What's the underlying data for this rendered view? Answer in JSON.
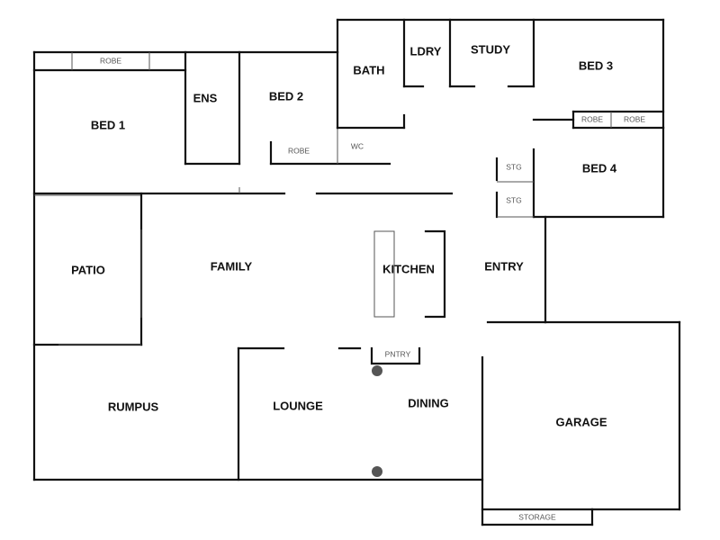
{
  "rooms": {
    "bed1": "BED 1",
    "ens": "ENS",
    "bed2": "BED 2",
    "bath": "BATH",
    "ldry": "LDRY",
    "study": "STUDY",
    "bed3": "BED 3",
    "bed4": "BED 4",
    "patio": "PATIO",
    "family": "FAMILY",
    "kitchen": "KITCHEN",
    "entry": "ENTRY",
    "rumpus": "RUMPUS",
    "lounge": "LOUNGE",
    "dining": "DINING",
    "garage": "GARAGE"
  },
  "fixtures": {
    "robe_bed1": "ROBE",
    "robe_bed2": "ROBE",
    "robe_bed3_a": "ROBE",
    "robe_bed3_b": "ROBE",
    "wc": "WC",
    "stg_a": "STG",
    "stg_b": "STG",
    "pantry": "PNTRY",
    "storage": "STORAGE"
  }
}
